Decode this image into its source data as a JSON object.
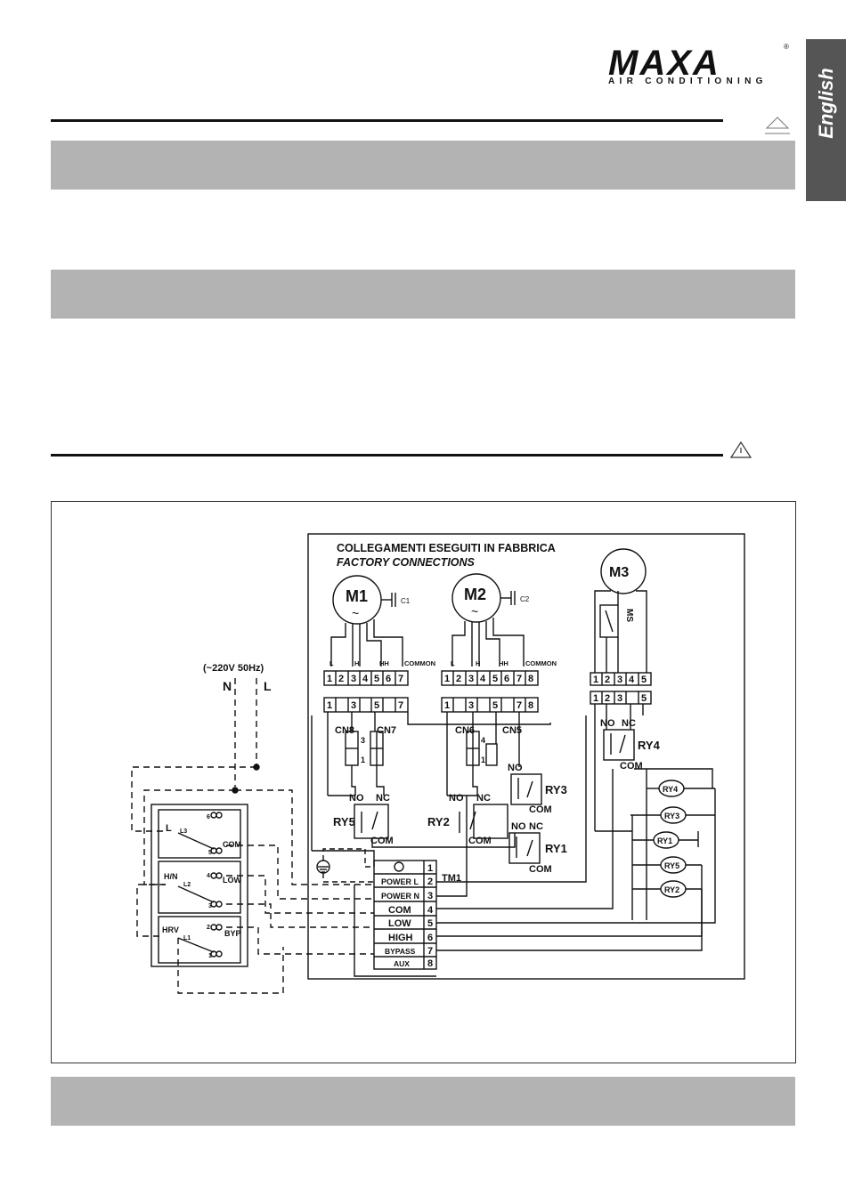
{
  "brand": {
    "logo_text": "MAXA",
    "subtitle": "AIR CONDITIONING",
    "registered_mark": "®"
  },
  "side_tab": {
    "label": "English"
  },
  "diagram": {
    "factory_title_it": "COLLEGAMENTI ESEGUITI IN FABBRICA",
    "factory_title_en": "FACTORY CONNECTIONS",
    "supply": "(~220V  50Hz)",
    "supply_n": "N",
    "supply_l": "L",
    "motors": [
      "M1",
      "M2",
      "M3"
    ],
    "tilde": "~",
    "capacitors": [
      "C1",
      "C2"
    ],
    "ms_label": "MS",
    "wire_labels": {
      "l": "L",
      "h": "H",
      "hh": "HH",
      "common": "COMMON"
    },
    "terminal_nums": [
      "1",
      "2",
      "3",
      "4",
      "5",
      "6",
      "7",
      "8"
    ],
    "connectors": [
      "CN8",
      "CN7",
      "CN6",
      "CN5"
    ],
    "relays": [
      "RY5",
      "RY2",
      "RY3",
      "RY1",
      "RY4"
    ],
    "contacts": {
      "no": "NO",
      "nc": "NC",
      "com": "COM"
    },
    "tm1": {
      "name": "TM1",
      "rows": [
        {
          "label": "",
          "num": "1"
        },
        {
          "label": "POWER L",
          "num": "2"
        },
        {
          "label": "POWER N",
          "num": "3"
        },
        {
          "label": "COM",
          "num": "4"
        },
        {
          "label": "LOW",
          "num": "5"
        },
        {
          "label": "HIGH",
          "num": "6"
        },
        {
          "label": "BYPASS",
          "num": "7"
        },
        {
          "label": "AUX",
          "num": "8"
        }
      ]
    },
    "switches": [
      {
        "name": "L",
        "ref": "L3",
        "top": "6",
        "bottom": "5",
        "tag": "COM"
      },
      {
        "name": "H/N",
        "ref": "L2",
        "top": "4",
        "bottom": "3",
        "tag": "LOW"
      },
      {
        "name": "HRV",
        "ref": "L1",
        "top": "2",
        "bottom": "1",
        "tag": "BYP"
      }
    ],
    "coil_labels": [
      "RY4",
      "RY3",
      "RY1",
      "RY5",
      "RY2"
    ]
  },
  "colors": {
    "band": "#b3b3b3",
    "side_tab": "#555555",
    "ink": "#111111"
  }
}
